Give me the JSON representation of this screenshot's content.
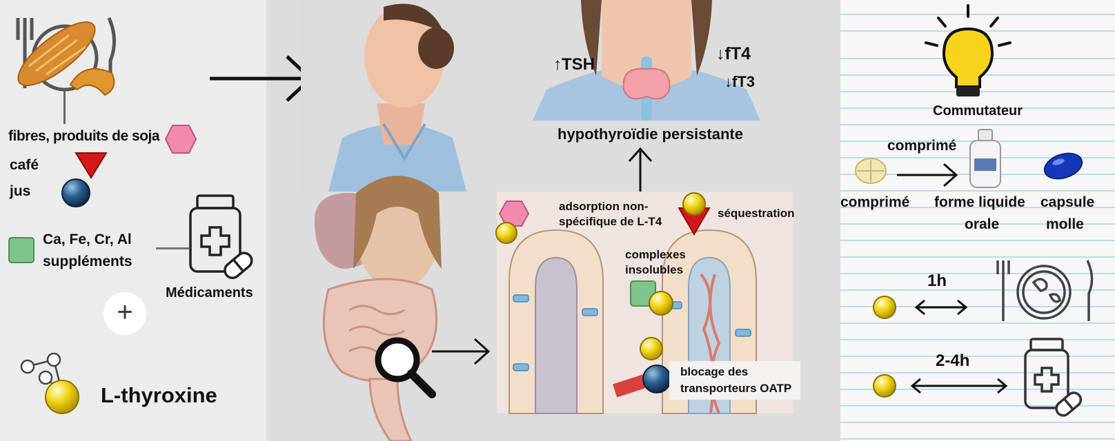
{
  "left": {
    "food_items": [
      "fibres, produits de soja",
      "café",
      "jus"
    ],
    "supplements_line1": "Ca, Fe, Cr, Al",
    "supplements_line2": "suppléments",
    "medications_label": "Médicaments",
    "plus_symbol": "+",
    "drug_label": "L-thyroxine"
  },
  "middle": {
    "tsh_label": "↑TSH",
    "ft4_label": "↓fT4",
    "ft3_label": "↓fT3",
    "outcome_label": "hypothyroïdie persistante",
    "adsorption_line1": "adsorption non-",
    "adsorption_line2": "spécifique de L-T4",
    "sequestration_label": "séquestration",
    "complexes_line1": "complexes",
    "complexes_line2": "insolubles",
    "blocking_line1": "blocage des",
    "blocking_line2": "transporteurs OATP"
  },
  "right": {
    "switch_label": "Commutateur",
    "tablet_top_label": "comprimé",
    "tablet_label": "comprimé",
    "liquid_line1": "forme liquide",
    "liquid_line2": "orale",
    "softcap_line1": "capsule",
    "softcap_line2": "molle",
    "interval_food": "1h",
    "interval_meds": "2-4h"
  },
  "colors": {
    "ltx_yellow": "#f2d516",
    "fiber_pink": "#f28ab0",
    "coffee_red": "#d41818",
    "juice_blue": "#1f4f78",
    "mineral_green": "#7fc48a",
    "capsule_blue": "#1538b8",
    "bulb_yellow": "#f7d31c"
  }
}
